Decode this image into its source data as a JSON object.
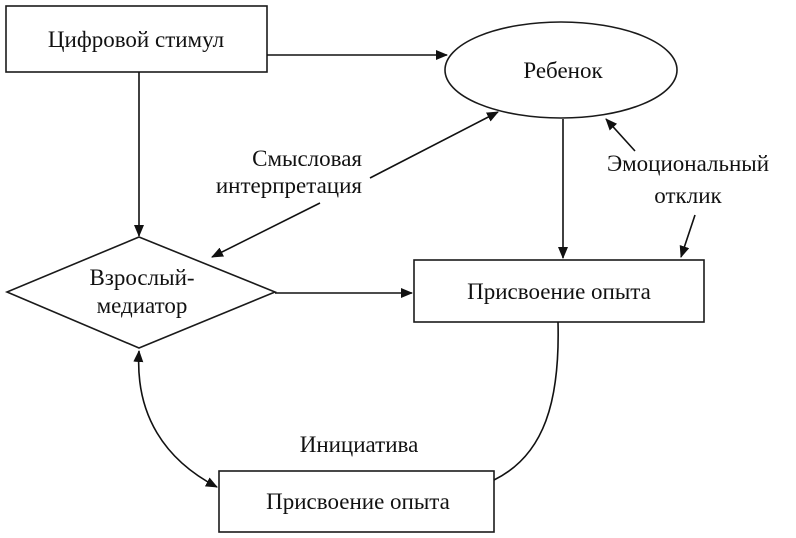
{
  "diagram": {
    "type": "flowchart",
    "colors": {
      "stroke": "#111111",
      "background": "#ffffff"
    },
    "nodes": {
      "digital_stimulus": {
        "shape": "rectangle",
        "label": "Цифровой стимул"
      },
      "child": {
        "shape": "ellipse",
        "label": "Ребенок"
      },
      "adult_mediator": {
        "shape": "diamond",
        "label_line1": "Взрослый-",
        "label_line2": "медиатор"
      },
      "experience_appropriation_1": {
        "shape": "rectangle",
        "label": "Присвоение опыта"
      },
      "experience_appropriation_2": {
        "shape": "rectangle",
        "label": "Присвоение опыта"
      }
    },
    "edge_labels": {
      "semantic_interpretation_line1": "Смысловая",
      "semantic_interpretation_line2": "интерпретация",
      "emotional_response_line1": "Эмоциональный",
      "emotional_response_line2": "отклик",
      "initiative": "Инициатива"
    },
    "edges": [
      {
        "from": "digital_stimulus",
        "to": "child",
        "direction": "forward"
      },
      {
        "from": "digital_stimulus",
        "to": "adult_mediator",
        "direction": "forward"
      },
      {
        "from": "adult_mediator",
        "to": "child",
        "direction": "both",
        "label": "Смысловая интерпретация"
      },
      {
        "from": "child",
        "to": "experience_appropriation_1",
        "direction": "forward"
      },
      {
        "from": "emotional_response",
        "to": "child",
        "direction": "forward",
        "label": "Эмоциональный отклик"
      },
      {
        "from": "emotional_response",
        "to": "experience_appropriation_1",
        "direction": "forward",
        "label": "Эмоциональный отклик"
      },
      {
        "from": "adult_mediator",
        "to": "experience_appropriation_1",
        "direction": "forward"
      },
      {
        "from": "experience_appropriation_1",
        "to": "experience_appropriation_2",
        "direction": "none",
        "label": "Инициатива"
      },
      {
        "from": "adult_mediator",
        "to": "experience_appropriation_2",
        "direction": "both"
      }
    ]
  }
}
